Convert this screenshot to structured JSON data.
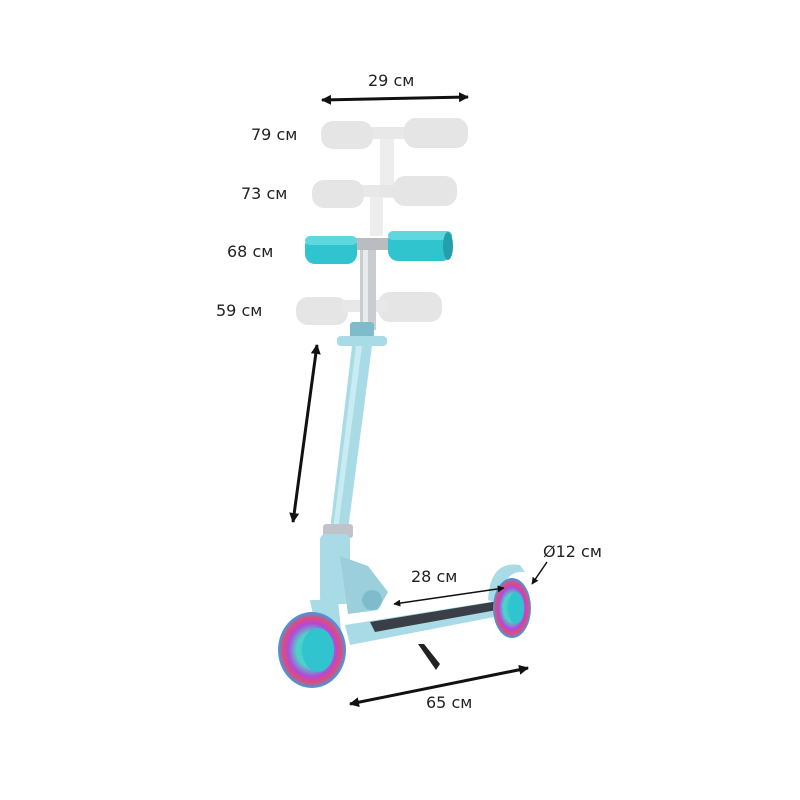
{
  "colors": {
    "frame": "#a9dbe6",
    "frame_dark": "#7fbccb",
    "grip": "#30c4cf",
    "deck": "#3a3f47",
    "ghost": "#e3e3e3",
    "arrow": "#111111"
  },
  "dimensions": {
    "handlebar_width": "29 см",
    "height_levels": [
      "79 см",
      "73 см",
      "68 см",
      "59 см"
    ],
    "deck_length": "28 см",
    "wheel_diameter": "Ø12 см",
    "total_length": "65 см"
  }
}
